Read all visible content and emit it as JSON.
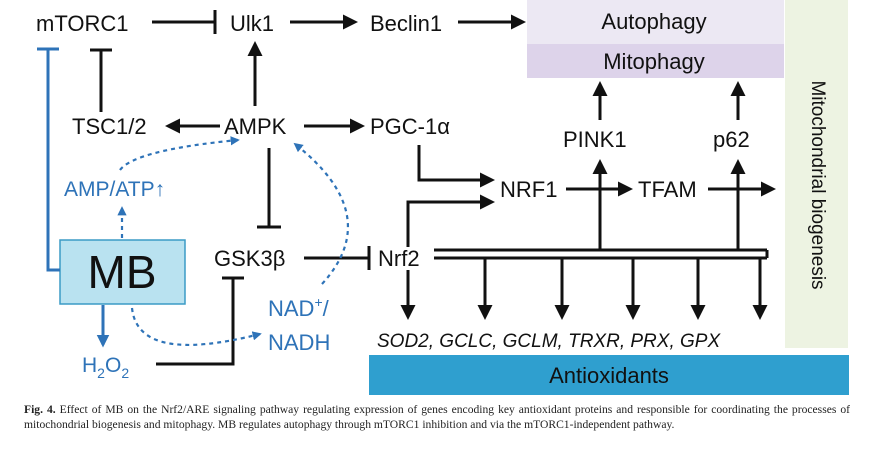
{
  "colors": {
    "black": "#111111",
    "blue": "#2e73b8",
    "autophagy_box": "#ece8f3",
    "mitophagy_box": "#ddd3ea",
    "mb_box_fill": "#b9e2f0",
    "mb_box_border": "#3b9bc5",
    "antioxidants_bar": "#2f9fcf",
    "biogenesis_bar": "#edf3e2"
  },
  "nodes": {
    "mtorc1": "mTORC1",
    "ulk1": "Ulk1",
    "beclin1": "Beclin1",
    "tsc": "TSC1/2",
    "ampk": "AMPK",
    "pgc1a": "PGC-1α",
    "amp_atp": "AMP/ATP↑",
    "mb": "MB",
    "gsk3b": "GSK3β",
    "nrf2": "Nrf2",
    "nrf1": "NRF1",
    "tfam": "TFAM",
    "pink1": "PINK1",
    "p62": "p62",
    "nad_top": "NAD",
    "nad_plus": "+",
    "nad_slash": "/",
    "nadh": "NADH",
    "h2o2_h": "H",
    "h2o2_2a": "2",
    "h2o2_o": "O",
    "h2o2_2b": "2"
  },
  "boxes": {
    "autophagy": "Autophagy",
    "mitophagy": "Mitophagy",
    "biogenesis": "Mitochondrial biogenesis",
    "antioxidants": "Antioxidants"
  },
  "genes": "SOD2, GCLC, GCLM, TRXR, PRX, GPX",
  "caption": {
    "label": "Fig. 4.",
    "text": " Effect of MB on the Nrf2/ARE signaling pathway regulating expression of genes encoding key antioxidant proteins and responsible for coordinating the processes of mitochondrial biogenesis and mitophagy. MB regulates autophagy through mTORC1 inhibition and via the mTORC1-independent pathway."
  }
}
